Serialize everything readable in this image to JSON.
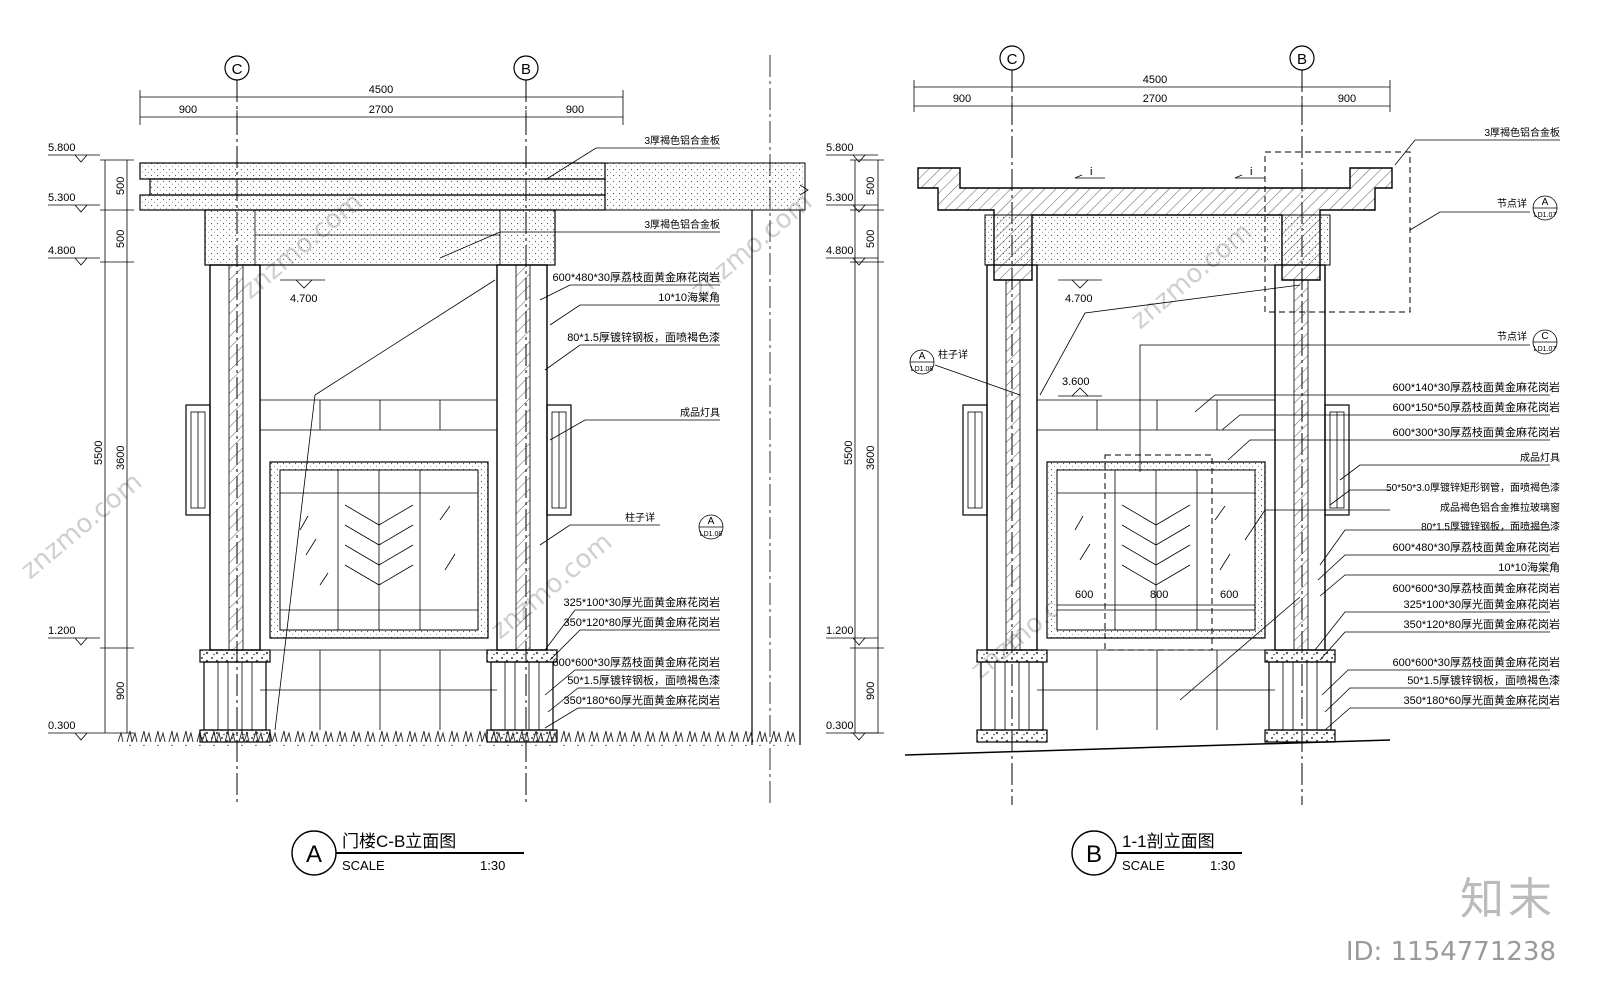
{
  "watermarks": {
    "site": "znzmo.com",
    "brand": "知末",
    "image_id": "ID: 1154771238"
  },
  "drawing_a": {
    "axis_left": "C",
    "axis_right": "B",
    "dim_total": "4500",
    "dim_left": "900",
    "dim_mid": "2700",
    "dim_right": "900",
    "elevations": [
      "5.800",
      "5.300",
      "4.800",
      "1.200",
      "0.300"
    ],
    "inner_elevation": "4.700",
    "vertical_dims": [
      "500",
      "500",
      "5500",
      "3600",
      "900"
    ],
    "callouts": [
      "3厚褐色铝合金板",
      "3厚褐色铝合金板",
      "600*480*30厚荔枝面黄金麻花岗岩",
      "10*10海棠角",
      "80*1.5厚镀锌钢板，面喷褐色漆",
      "成品灯具",
      "柱子详",
      "325*100*30厚光面黄金麻花岗岩",
      "350*120*80厚光面黄金麻花岗岩",
      "600*600*30厚荔枝面黄金麻花岗岩",
      "50*1.5厚镀锌钢板，面喷褐色漆",
      "350*180*60厚光面黄金麻花岗岩"
    ],
    "detail_ref_letter": "A",
    "detail_ref_sheet": "LD1.08",
    "title_letter": "A",
    "title": "门楼C-B立面图",
    "scale_label": "SCALE",
    "scale_value": "1:30"
  },
  "drawing_b": {
    "axis_left": "C",
    "axis_right": "B",
    "dim_total": "4500",
    "dim_left": "900",
    "dim_mid": "2700",
    "dim_right": "900",
    "elevations": [
      "5.800",
      "5.300",
      "4.800",
      "1.200",
      "0.300"
    ],
    "inner_elevations": [
      "4.700",
      "3.600"
    ],
    "vertical_dims": [
      "500",
      "500",
      "5500",
      "3600",
      "900"
    ],
    "slope_marks": [
      "i",
      "i"
    ],
    "window_dims": [
      "600",
      "800",
      "600"
    ],
    "callouts": [
      "3厚褐色铝合金板",
      "节点详",
      "节点详",
      "600*140*30厚荔枝面黄金麻花岗岩",
      "600*150*50厚荔枝面黄金麻花岗岩",
      "600*300*30厚荔枝面黄金麻花岗岩",
      "成品灯具",
      "50*50*3.0厚镀锌矩形钢管，面喷褐色漆",
      "成品褐色铝合金推拉玻璃窗",
      "80*1.5厚镀锌钢板，面喷褐色漆",
      "600*480*30厚荔枝面黄金麻花岗岩",
      "10*10海棠角",
      "600*600*30厚荔枝面黄金麻花岗岩",
      "325*100*30厚光面黄金麻花岗岩",
      "350*120*80厚光面黄金麻花岗岩",
      "600*600*30厚荔枝面黄金麻花岗岩",
      "50*1.5厚镀锌钢板，面喷褐色漆",
      "350*180*60厚光面黄金麻花岗岩"
    ],
    "column_ref_label": "柱子详",
    "column_ref_letter": "A",
    "column_ref_sheet": "LD1.08",
    "node_ref_a_letter": "A",
    "node_ref_a_sheet": "LD1.07",
    "node_ref_c_letter": "C",
    "node_ref_c_sheet": "LD1.07",
    "title_letter": "B",
    "title": "1-1剖立面图",
    "scale_label": "SCALE",
    "scale_value": "1:30"
  }
}
